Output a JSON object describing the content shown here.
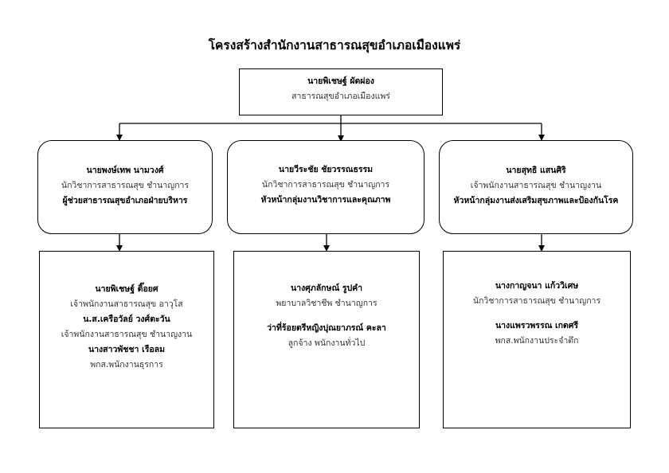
{
  "title": "โครงสร้างสำนักงานสาธารณสุขอำเภอเมืองแพร่",
  "top": {
    "name": "นายพิเชษฐ์   ผัดผ่อง",
    "position": "สาธารณสุขอำเภอเมืองแพร่"
  },
  "groups": [
    {
      "head": {
        "name": "นายพงษ์เทพ  นามวงศ์",
        "position": "นักวิชาการสาธารณสุข ชำนาญการ",
        "role": "ผู้ช่วยสาธารณสุขอำเภอฝ่ายบริหาร"
      },
      "staff": [
        {
          "name": "นายพิเชษฐ์  ติ๊อยศ",
          "position": "เจ้าพนักงานสาธารณสุข อาวุโส"
        },
        {
          "name": "น.ส.เครือวัลย์  วงศ์ตะวัน",
          "position": "เจ้าพนักงานสาธารณสุข ชำนาญงาน"
        },
        {
          "name": "นางสาวพัชชา  เรือลม",
          "position": "พกส.พนักงานธุรการ"
        }
      ]
    },
    {
      "head": {
        "name": "นายวีระชัย  ชัยวรรณธรรม",
        "position": "นักวิชาการสาธารณสุข ชำนาญการ",
        "role": "หัวหน้ากลุ่มงานวิชาการและคุณภาพ"
      },
      "staff": [
        {
          "name": "นางศุภลักษณ์  รูปคำ",
          "position": "พยาบาลวิชาชีพ ชำนาญการ"
        },
        {
          "name": "ว่าที่ร้อยตรีหญิงปุณยาภรณ์  คะลา",
          "position": "ลูกจ้าง พนักงานทั่วไป"
        }
      ]
    },
    {
      "head": {
        "name": "นายสุทธิ  แสนศิริ",
        "position": "เจ้าพนักงานสาธารณสุข ชำนาญงาน",
        "role": "หัวหน้ากลุ่มงานส่งเสริมสุขภาพและป้องกันโรค"
      },
      "staff": [
        {
          "name": "นางกาญจนา  แก้ววิเศษ",
          "position": "นักวิชาการสาธารณสุข ชำนาญการ"
        },
        {
          "name": "นางแพรวพรรณ  เกตศรี",
          "position": "พกส.พนักงานประจำตึก"
        }
      ]
    }
  ]
}
